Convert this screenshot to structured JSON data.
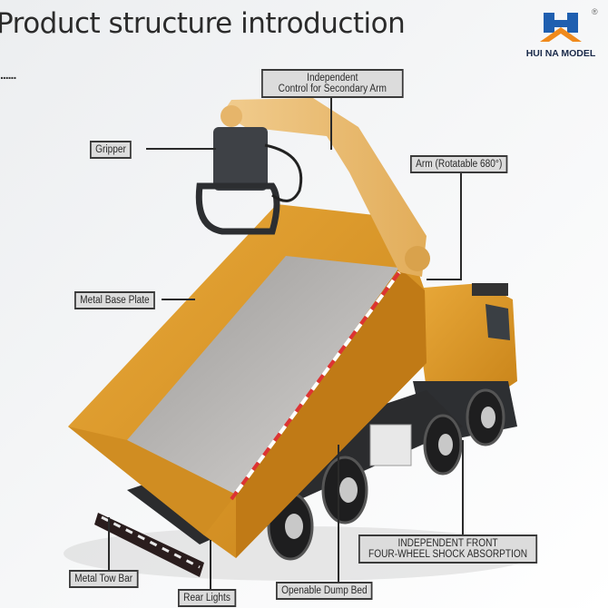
{
  "header": {
    "title": "Product structure introduction",
    "dots": "......"
  },
  "logo": {
    "brand": "HUI NA MODEL",
    "registered": "®",
    "colors": {
      "blue": "#1f5fb0",
      "orange": "#f08a1c"
    }
  },
  "labels": {
    "secondary_arm_line1": "Independent",
    "secondary_arm_line2": "Control for Secondary Arm",
    "gripper": "Gripper",
    "arm": "Arm (Rotatable 680°)",
    "base_plate": "Metal Base Plate",
    "shock_line1": "INDEPENDENT FRONT",
    "shock_line2": "FOUR-WHEEL SHOCK ABSORPTION",
    "tow_bar": "Metal Tow Bar",
    "rear_lights": "Rear Lights",
    "dump_bed": "Openable Dump Bed"
  }
}
